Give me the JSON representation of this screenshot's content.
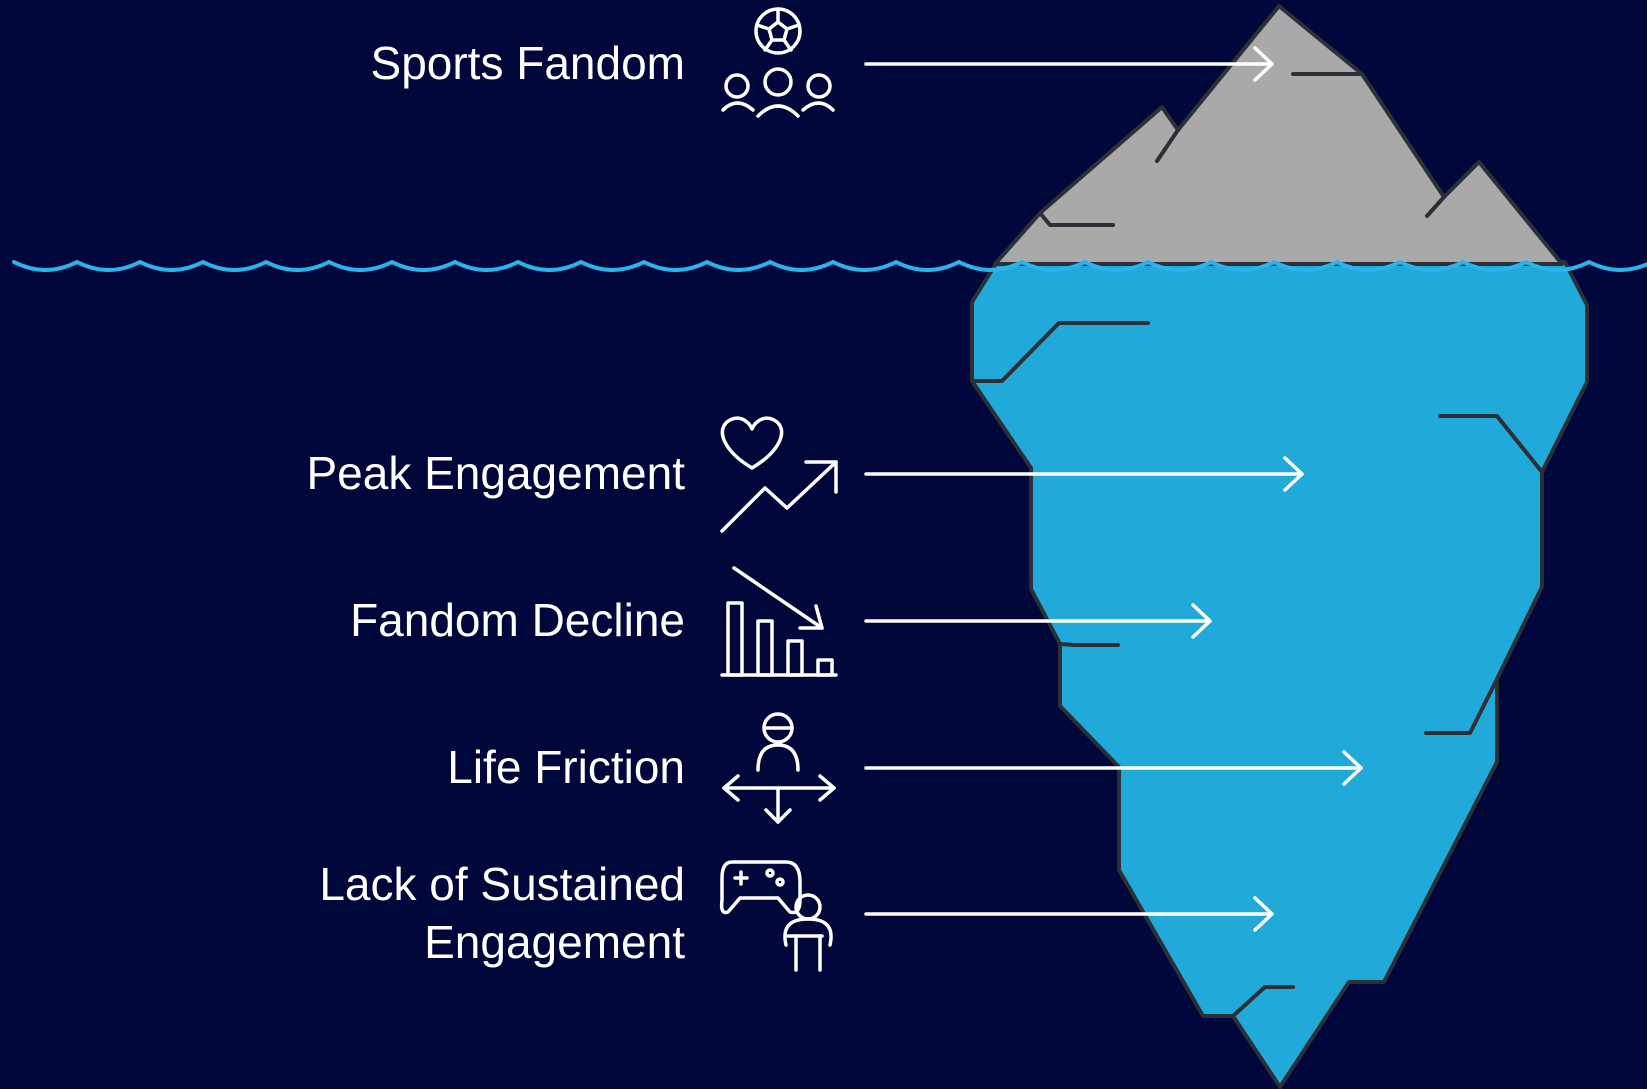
{
  "background_color": "#01063b",
  "colors": {
    "iceberg_top": "#a9a9a9",
    "iceberg_bottom": "#21a9d9",
    "iceberg_outline": "#2b2f36",
    "water_line": "#2bb3ee",
    "arrows_and_icons": "#ffffff"
  },
  "items": [
    {
      "label": "Sports Fandom",
      "icon": "soccer-fans-icon"
    },
    {
      "label": "Peak Engagement",
      "icon": "heart-trend-up-icon"
    },
    {
      "label": "Fandom Decline",
      "icon": "declining-bar-chart-icon"
    },
    {
      "label": "Life Friction",
      "icon": "person-push-pull-icon"
    },
    {
      "label_lines": [
        "Lack of Sustained",
        "Engagement"
      ],
      "icon": "gamer-controller-icon"
    }
  ]
}
